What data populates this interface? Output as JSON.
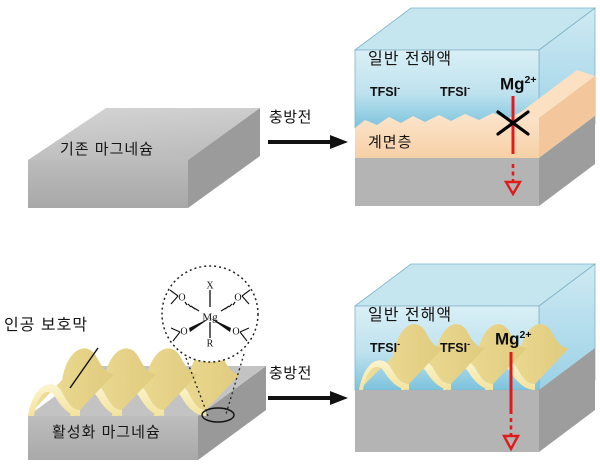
{
  "figure": {
    "title": "Magnesium anode interface comparison diagram",
    "description": "Two-row schematic comparing conventional magnesium and activated magnesium with an artificial protective layer during charge/discharge."
  },
  "colors": {
    "metal_top": "#c9c9c9",
    "metal_front": "#b0b0b0",
    "metal_side": "#9a9a9a",
    "electrolyte_top": "#c5e5ef",
    "electrolyte_light": "#d7eef5",
    "electrolyte_deep": "#7fc4dd",
    "interface_layer": "#f8d9b4",
    "interface_layer_light": "#fce8d2",
    "protective_yellow": "#f7e9a8",
    "protective_yellow_dark": "#e2cf84",
    "block_red": "#e01b1b",
    "outline": "#7a9fae"
  },
  "rows": [
    {
      "id": "conventional",
      "left_panel": {
        "slab_label": "기존 마그네슘"
      },
      "arrow": {
        "label": "충방전"
      },
      "right_panel": {
        "electrolyte_label": "일반 전해액",
        "anion_labels": [
          "TFSI",
          "TFSI"
        ],
        "anion_charge": "-",
        "cation_label": "Mg",
        "cation_charge": "2+",
        "interface_label": "계면층",
        "transport_blocked": true
      }
    },
    {
      "id": "activated",
      "left_panel": {
        "protective_label": "인공 보호막",
        "slab_label": "활성화 마그네슘",
        "molecule": {
          "center": "Mg",
          "axial_top": "X",
          "axial_bottom": "R",
          "equatorial": [
            "O",
            "O",
            "O",
            "O"
          ]
        }
      },
      "arrow": {
        "label": "충방전"
      },
      "right_panel": {
        "electrolyte_label": "일반 전해액",
        "anion_labels": [
          "TFSI",
          "TFSI"
        ],
        "anion_charge": "-",
        "cation_label": "Mg",
        "cation_charge": "2+",
        "transport_blocked": false
      }
    }
  ]
}
